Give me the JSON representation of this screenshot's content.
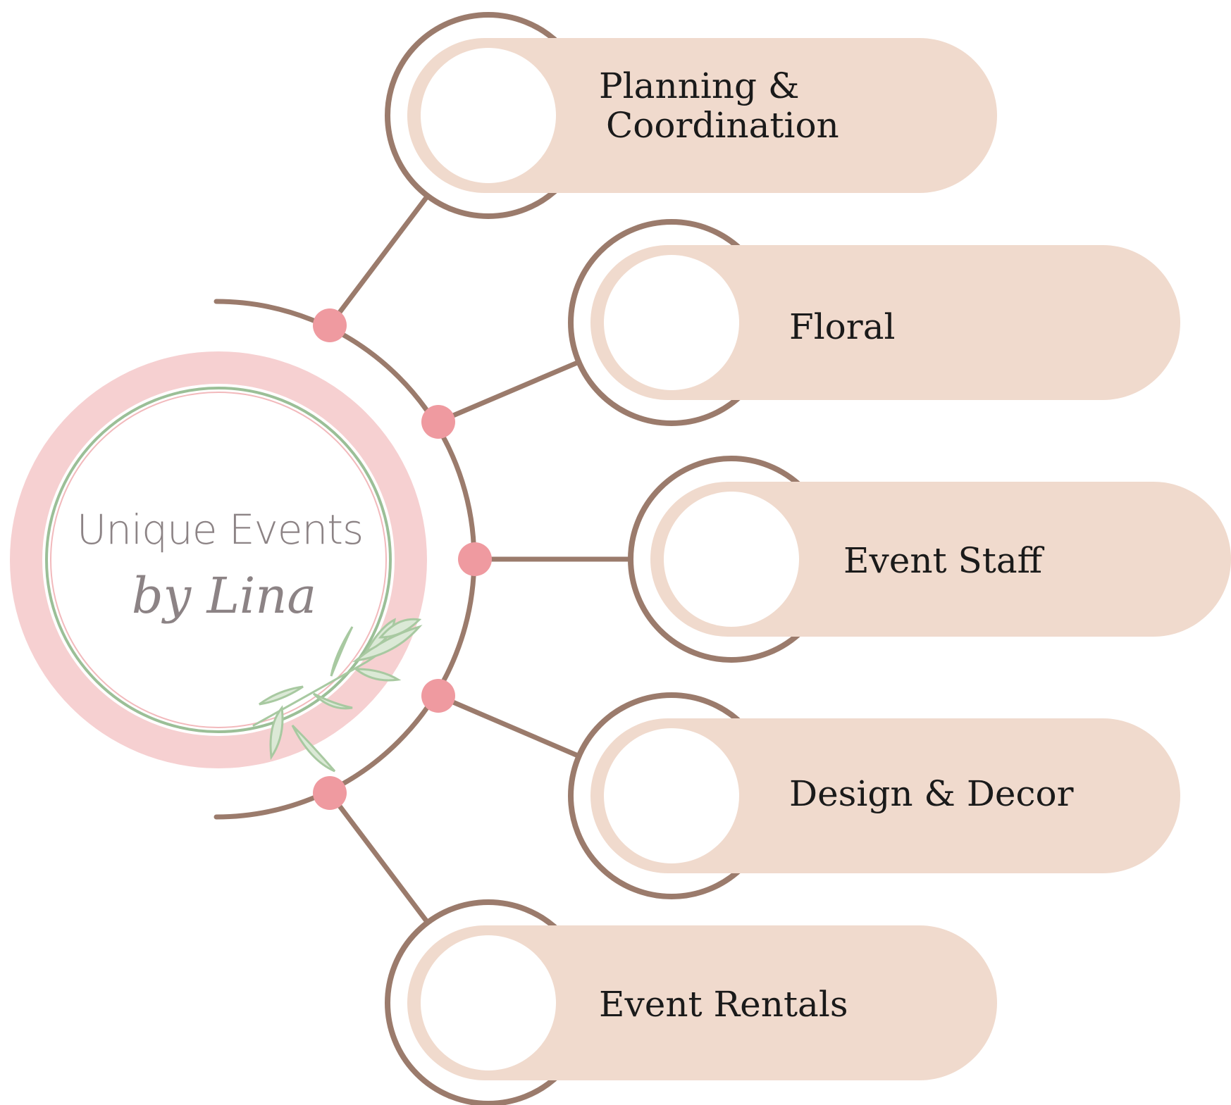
{
  "logo": {
    "line1": "Unique Events",
    "line2": "by Lina",
    "ring_color": "#f6d0d1",
    "inner_ring_color": "#9bbf97",
    "leaf_color": "#a8c9a1"
  },
  "services": [
    {
      "lines": [
        "Planning &",
        "Coordination"
      ]
    },
    {
      "lines": [
        "Floral"
      ]
    },
    {
      "lines": [
        "Event Staff"
      ]
    },
    {
      "lines": [
        "Design & Decor"
      ]
    },
    {
      "lines": [
        "Event Rentals"
      ]
    }
  ],
  "colors": {
    "connector": "#9b7b6c",
    "node_dot": "#ef9aa0",
    "pill_fill": "#f0dacd",
    "pill_inner_ring": "#f0dacd",
    "circle_fill": "#ffffff",
    "label_text": "#1a1a1a"
  }
}
